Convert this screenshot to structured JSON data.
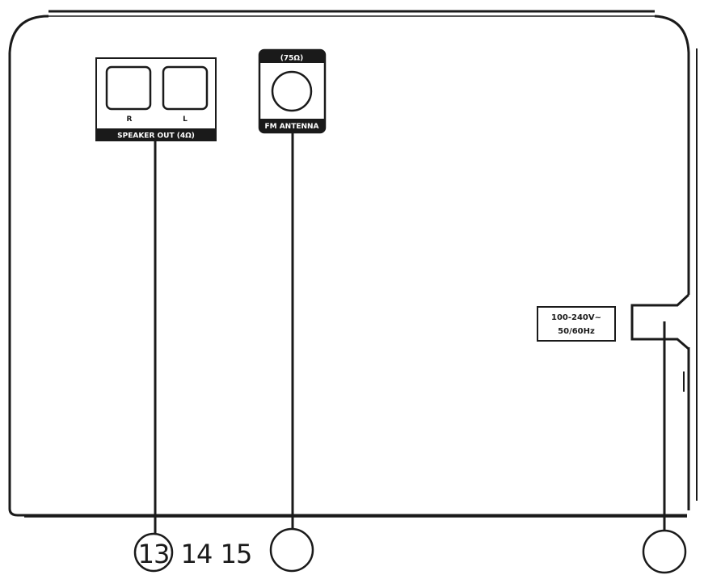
{
  "speaker_out": {
    "jack_right": "R",
    "jack_left": "L",
    "label": "SPEAKER OUT (4Ω)"
  },
  "fm_antenna": {
    "impedance": "(75Ω)",
    "label": "FM ANTENNA"
  },
  "power": {
    "voltage": "100-240V~",
    "frequency": "50/60Hz"
  },
  "callouts": {
    "speaker": "13",
    "number_14": "14",
    "number_15": "15"
  }
}
